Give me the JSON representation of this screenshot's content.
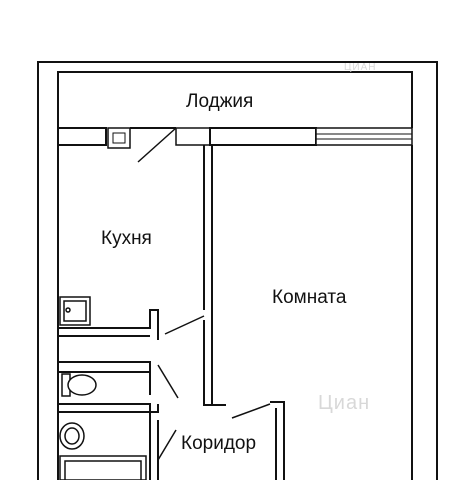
{
  "plan": {
    "rooms": {
      "loggia": "Лоджия",
      "kitchen": "Кухня",
      "room": "Комната",
      "corridor": "Коридор"
    },
    "watermark": {
      "top": "ЦИАН",
      "bottom": "Циан"
    },
    "colors": {
      "wall": "#111111",
      "background": "#ffffff",
      "window_fill": "#ffffff"
    }
  }
}
